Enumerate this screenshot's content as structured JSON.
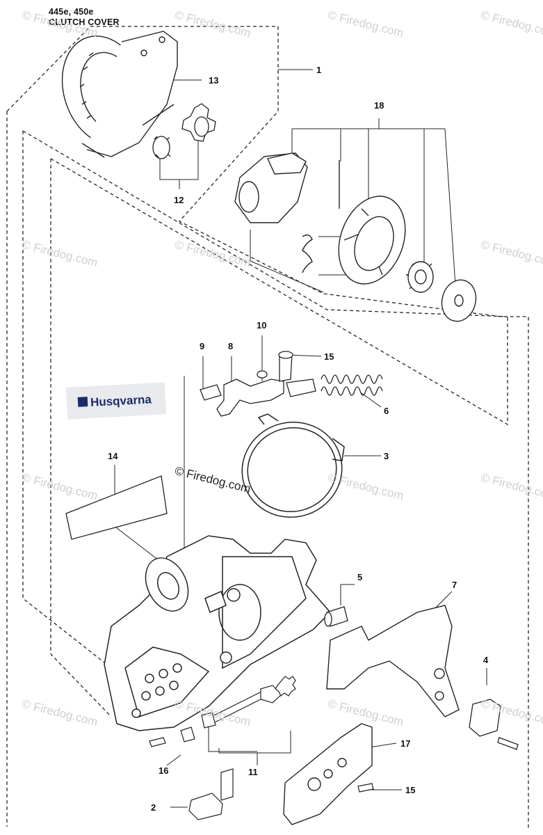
{
  "header": {
    "models": "445e, 450e",
    "section": "CLUTCH COVER"
  },
  "callouts": {
    "c1": "1",
    "c2": "2",
    "c3": "3",
    "c4": "4",
    "c5": "5",
    "c6": "6",
    "c7": "7",
    "c8": "8",
    "c9": "9",
    "c10": "10",
    "c11": "11",
    "c12": "12",
    "c13": "13",
    "c14": "14",
    "c15a": "15",
    "c15b": "15",
    "c16": "16",
    "c17": "17",
    "c18": "18"
  },
  "decal_brand": "Husqvarna",
  "center_watermark": "© Firedog.com",
  "watermark_text": "© Firedog.com"
}
